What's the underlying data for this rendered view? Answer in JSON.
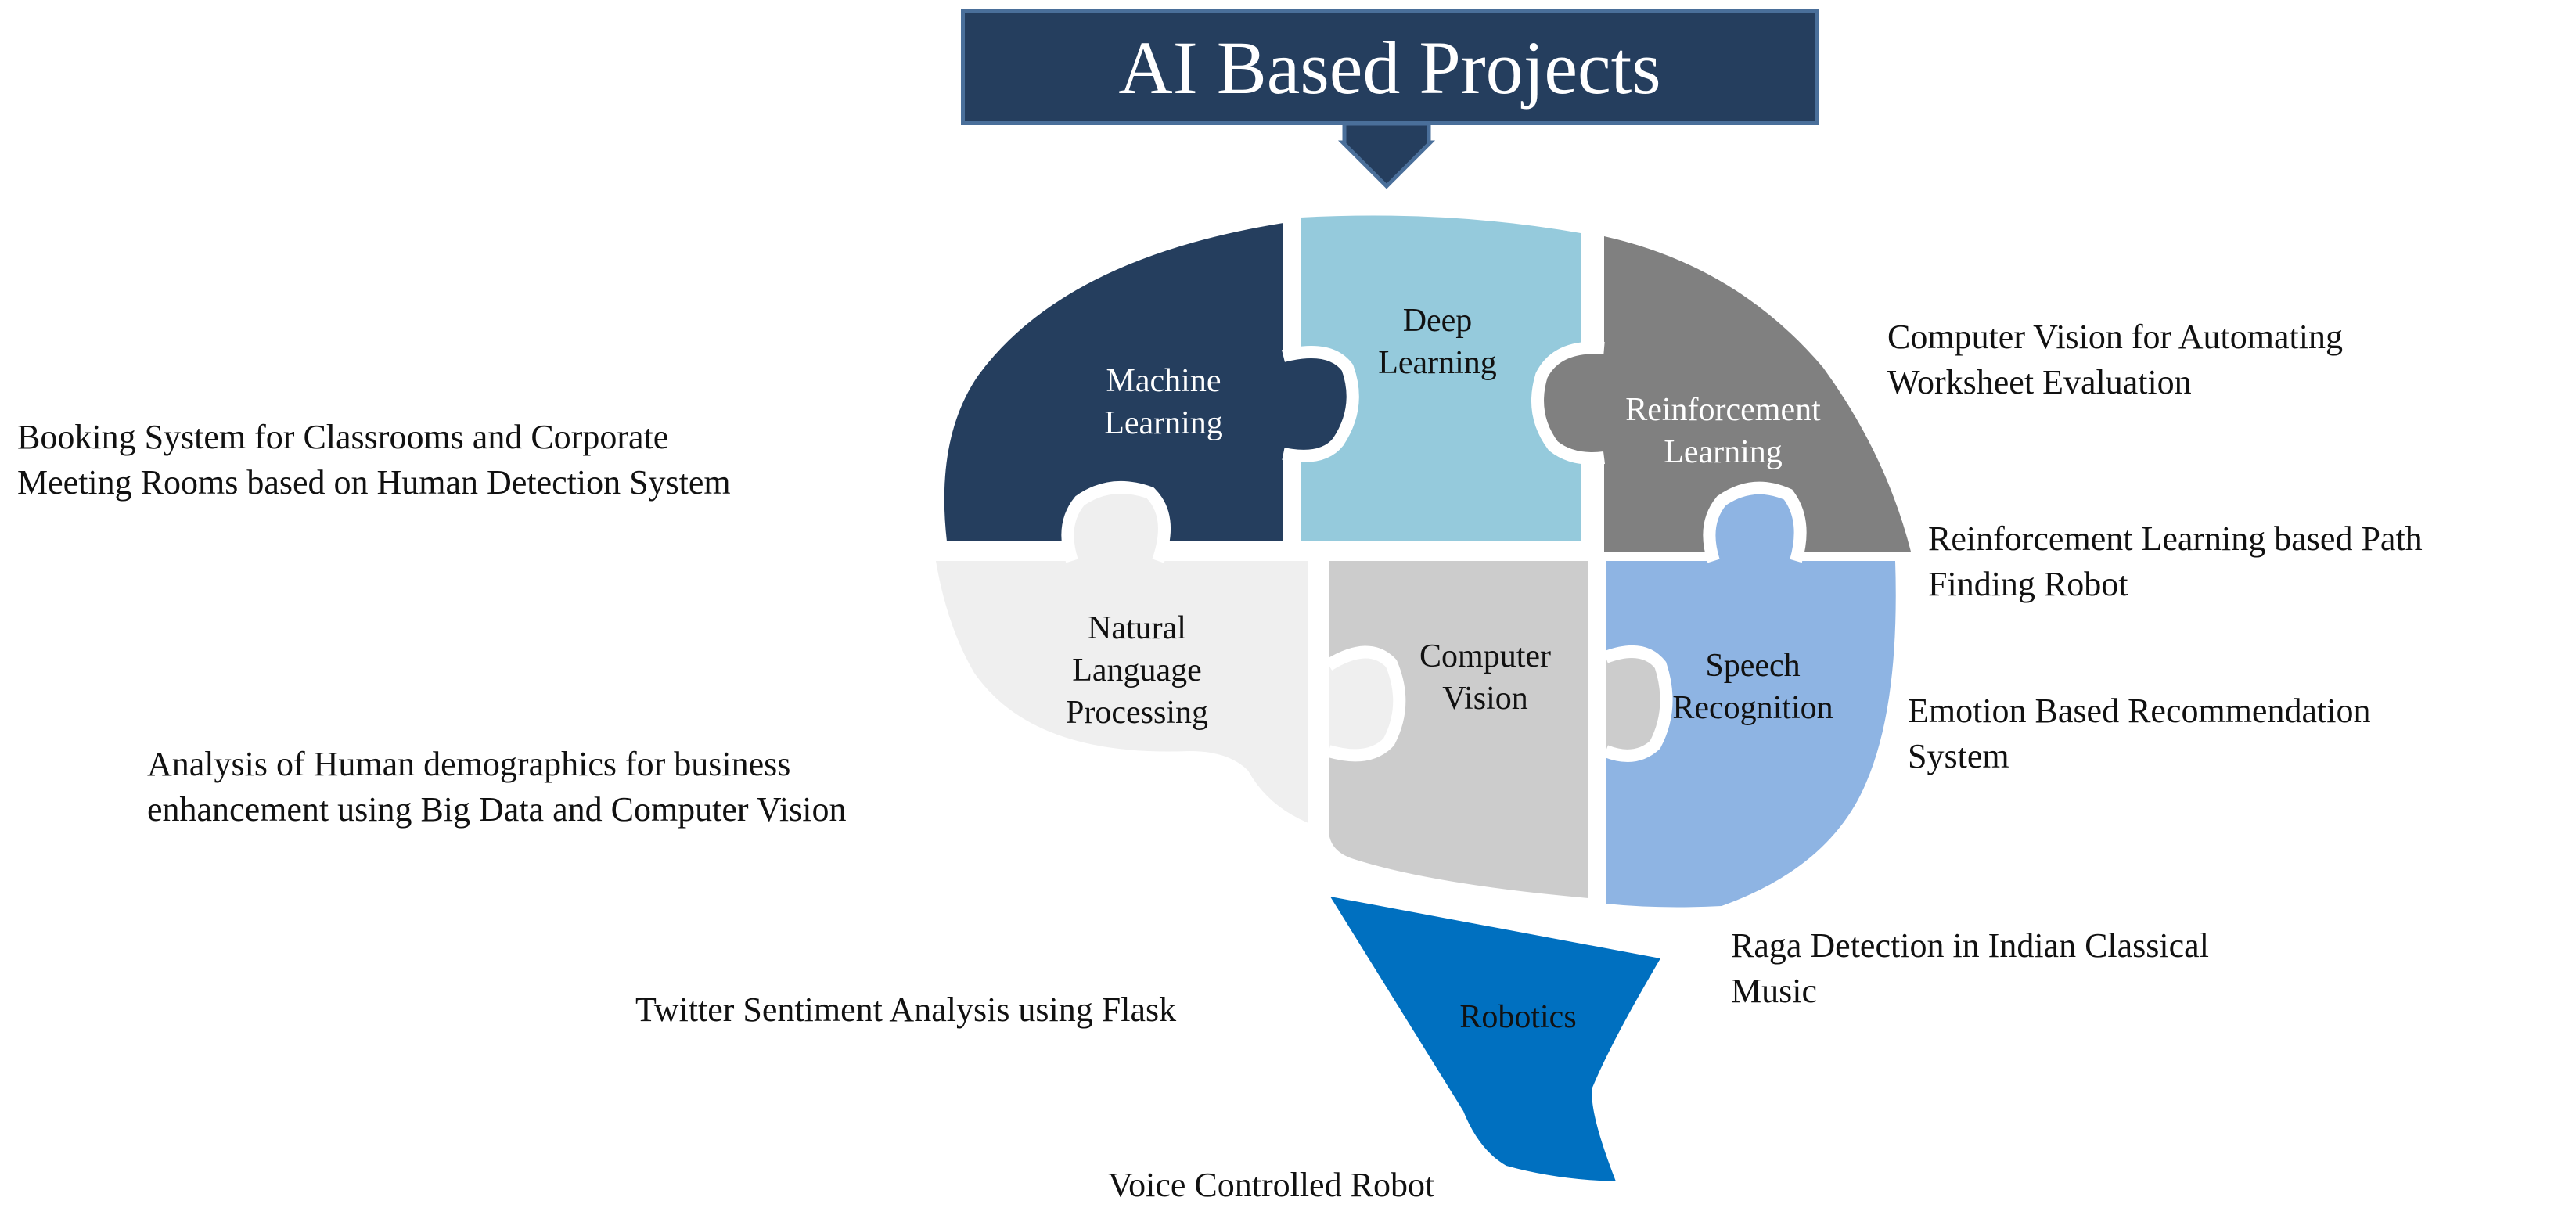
{
  "title": "AI Based Projects",
  "colors": {
    "title_bg": "#253e5e",
    "machine_learning": "#253e5e",
    "deep_learning": "#95cadc",
    "reinforcement_learning": "#808080",
    "nlp": "#efefef",
    "computer_vision": "#cccccc",
    "speech_recognition": "#8eb4e3",
    "robotics": "#0070c0"
  },
  "pieces": {
    "machine_learning": [
      "Machine",
      "Learning"
    ],
    "deep_learning": [
      "Deep",
      "Learning"
    ],
    "reinforcement_learning": [
      "Reinforcement",
      "Learning"
    ],
    "nlp": [
      "Natural",
      "Language",
      "Processing"
    ],
    "computer_vision": [
      "Computer",
      "Vision"
    ],
    "speech_recognition": [
      "Speech",
      "Recognition"
    ],
    "robotics": [
      "Robotics"
    ]
  },
  "projects": {
    "booking": [
      "Booking System for Classrooms and Corporate",
      "Meeting Rooms based on Human Detection System"
    ],
    "demographics": [
      "Analysis of Human demographics for business",
      "enhancement using Big Data and Computer Vision"
    ],
    "twitter": [
      "Twitter Sentiment Analysis using Flask"
    ],
    "voice_robot": [
      "Voice Controlled Robot"
    ],
    "worksheet": [
      "Computer Vision for Automating",
      "Worksheet Evaluation"
    ],
    "path_robot": [
      "Reinforcement Learning based Path",
      "Finding Robot"
    ],
    "emotion": [
      "Emotion Based Recommendation",
      "System"
    ],
    "raga": [
      "Raga Detection in Indian Classical",
      "Music"
    ]
  }
}
